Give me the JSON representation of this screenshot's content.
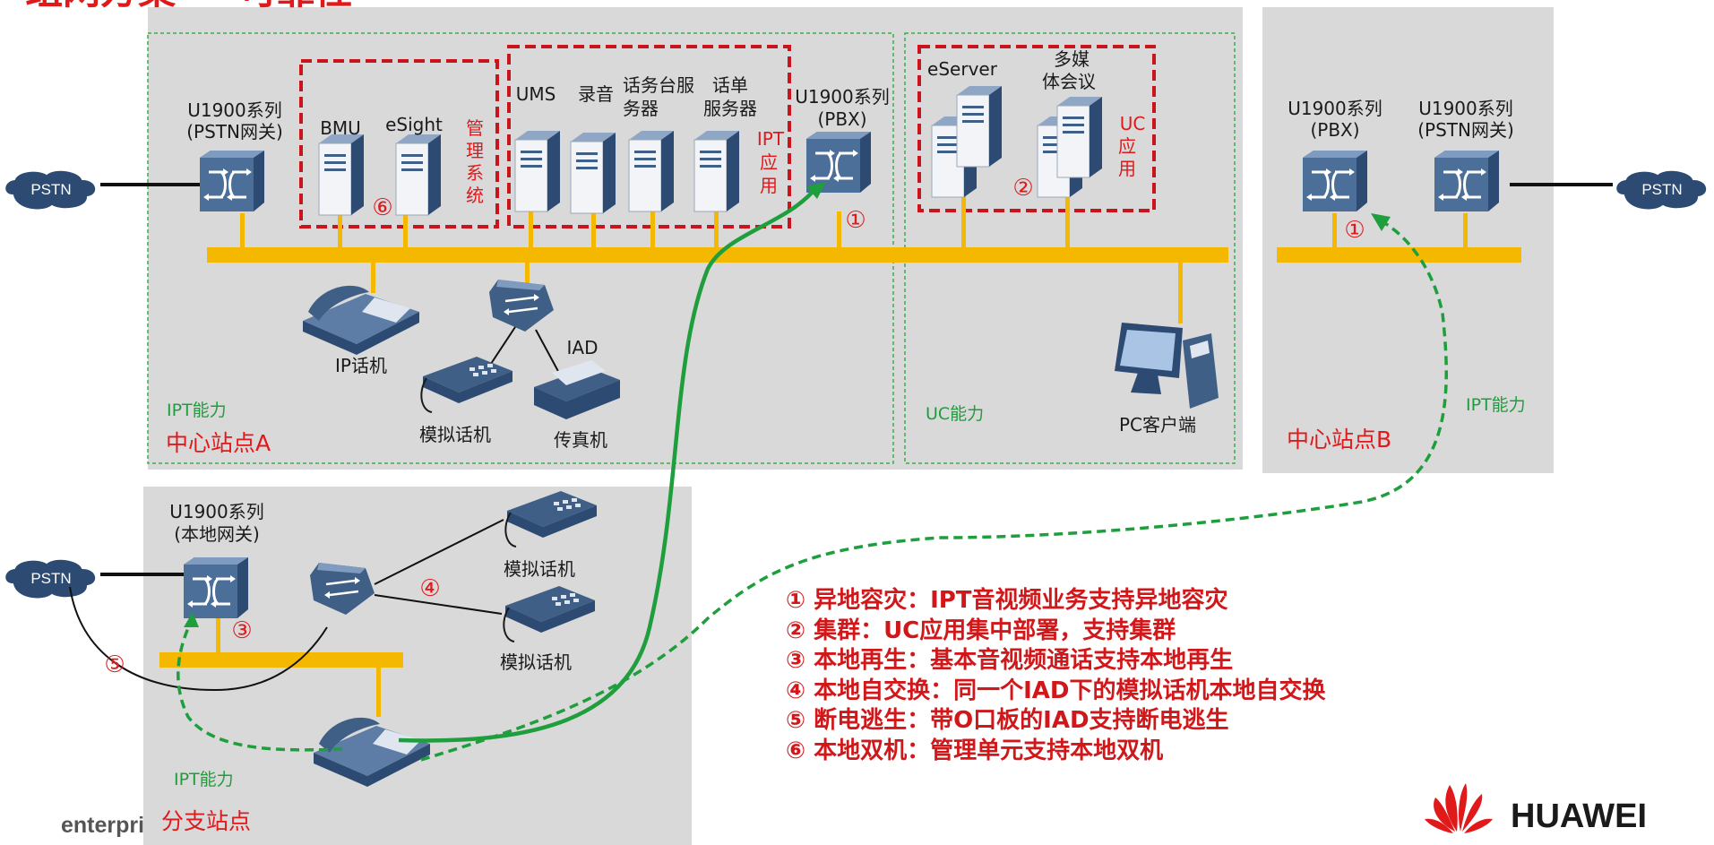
{
  "colors": {
    "panel": "#d9d9d9",
    "bus": "#f5b800",
    "red": "#e0191b",
    "green": "#1e9e3c",
    "device": "#3f5f86",
    "server_dark": "#2d4a73"
  },
  "title_fragment": "组网方案 — 可靠性",
  "pstn": "PSTN",
  "siteA": {
    "gateway_label": [
      "U1900系列",
      "(PSTN网关)"
    ],
    "bmu": "BMU",
    "esight": "eSight",
    "mgmt_label": [
      "管",
      "理",
      "系",
      "统"
    ],
    "ums": "UMS",
    "recording": "录音",
    "console": [
      "话务台服",
      "务器"
    ],
    "cdr": [
      "话单",
      "服务器"
    ],
    "ipt_app": [
      "IPT",
      "应",
      "用"
    ],
    "pbx_label": [
      "U1900系列",
      "(PBX)"
    ],
    "ip_phone": "IP话机",
    "iad": "IAD",
    "analog_phone": "模拟话机",
    "fax": "传真机",
    "ipt_capability": "IPT能力",
    "site_name": "中心站点A"
  },
  "uc": {
    "eserver": "eServer",
    "conference": [
      "多媒",
      "体会议"
    ],
    "uc_app": [
      "UC",
      "应",
      "用"
    ],
    "pc_client": "PC客户端",
    "uc_capability": "UC能力"
  },
  "siteB": {
    "pbx_label": [
      "U1900系列",
      "(PBX)"
    ],
    "gateway_label": [
      "U1900系列",
      "(PSTN网关)"
    ],
    "ipt_capability": "IPT能力",
    "site_name": "中心站点B"
  },
  "branch": {
    "gateway_label": [
      "U1900系列",
      "(本地网关)"
    ],
    "analog_phone_1": "模拟话机",
    "analog_phone_2": "模拟话机",
    "ipt_capability": "IPT能力",
    "site_name": "分支站点"
  },
  "markers": {
    "m1": "①",
    "m2": "②",
    "m3": "③",
    "m4": "④",
    "m5": "⑤",
    "m6": "⑥"
  },
  "legend": [
    "① 异地容灾：IPT音视频业务支持异地容灾",
    "② 集群：UC应用集中部署，支持集群",
    "③ 本地再生：基本音视频通话支持本地再生",
    "④ 本地自交换：同一个IAD下的模拟话机本地自交换",
    "⑤ 断电逃生：带O口板的IAD支持断电逃生",
    "⑥ 本地双机：管理单元支持本地双机"
  ],
  "footer_fragment": "enterpri",
  "brand": "HUAWEI"
}
